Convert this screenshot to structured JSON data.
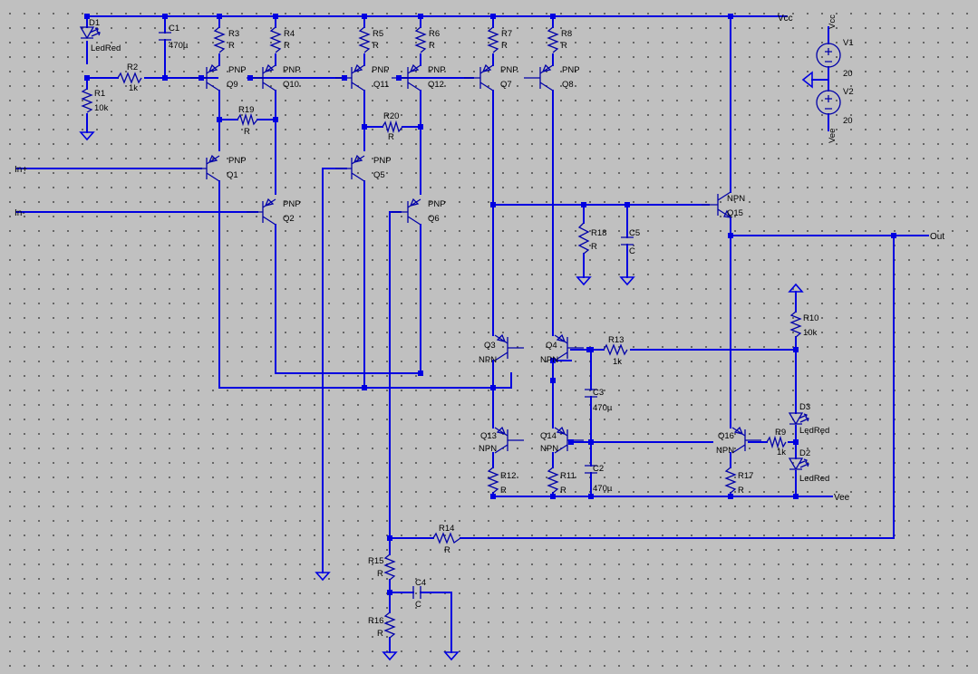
{
  "nets": {
    "vcc": "Vcc",
    "vee": "Vee",
    "in_plus": "In+",
    "in_minus": "In-",
    "out": "Out"
  },
  "sources": [
    {
      "name": "V1",
      "value": "20",
      "label": "Vcc"
    },
    {
      "name": "V2",
      "value": "20",
      "label": "Vee"
    }
  ],
  "resistors": [
    {
      "name": "R1",
      "value": "10k"
    },
    {
      "name": "R2",
      "value": "1k"
    },
    {
      "name": "R3",
      "value": "R"
    },
    {
      "name": "R4",
      "value": "R"
    },
    {
      "name": "R5",
      "value": "R"
    },
    {
      "name": "R6",
      "value": "R"
    },
    {
      "name": "R7",
      "value": "R"
    },
    {
      "name": "R8",
      "value": "R"
    },
    {
      "name": "R9",
      "value": "1k"
    },
    {
      "name": "R10",
      "value": "10k"
    },
    {
      "name": "R11",
      "value": "R"
    },
    {
      "name": "R12",
      "value": "R"
    },
    {
      "name": "R13",
      "value": "1k"
    },
    {
      "name": "R14",
      "value": "R"
    },
    {
      "name": "R15",
      "value": "R"
    },
    {
      "name": "R16",
      "value": "R"
    },
    {
      "name": "R17",
      "value": "R"
    },
    {
      "name": "R18",
      "value": "R"
    },
    {
      "name": "R19",
      "value": "R"
    },
    {
      "name": "R20",
      "value": "R"
    }
  ],
  "capacitors": [
    {
      "name": "C1",
      "value": "470µ"
    },
    {
      "name": "C2",
      "value": "470µ"
    },
    {
      "name": "C3",
      "value": "470µ"
    },
    {
      "name": "C4",
      "value": "C"
    },
    {
      "name": "C5",
      "value": "C"
    }
  ],
  "diodes": [
    {
      "name": "D1",
      "value": "LedRed"
    },
    {
      "name": "D2",
      "value": "LedRed"
    },
    {
      "name": "D3",
      "value": "LedRed"
    }
  ],
  "transistors": [
    {
      "name": "Q1",
      "type": "PNP"
    },
    {
      "name": "Q2",
      "type": "PNP"
    },
    {
      "name": "Q3",
      "type": "NPN"
    },
    {
      "name": "Q4",
      "type": "NPN"
    },
    {
      "name": "Q5",
      "type": "PNP"
    },
    {
      "name": "Q6",
      "type": "PNP"
    },
    {
      "name": "Q7",
      "type": "PNP"
    },
    {
      "name": "Q8",
      "type": "PNP"
    },
    {
      "name": "Q9",
      "type": "PNP"
    },
    {
      "name": "Q10",
      "type": "PNP"
    },
    {
      "name": "Q11",
      "type": "PNP"
    },
    {
      "name": "Q12",
      "type": "PNP"
    },
    {
      "name": "Q13",
      "type": "NPN"
    },
    {
      "name": "Q14",
      "type": "NPN"
    },
    {
      "name": "Q15",
      "type": "NPN"
    },
    {
      "name": "Q16",
      "type": "NPN"
    }
  ]
}
